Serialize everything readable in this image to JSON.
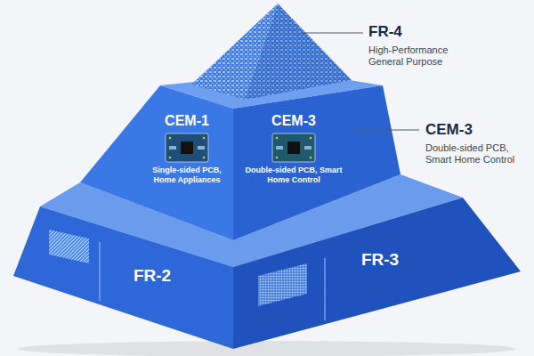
{
  "diagram": {
    "nodes": [
      {
        "text": [
          "CEM-1",
          "Single-sided PCB, Home Appliances"
        ]
      },
      {
        "text": [
          "CEM-3",
          "Double-sided PCB, Smart Home Control"
        ]
      },
      {
        "text": [
          "FR-2"
        ]
      },
      {
        "text": [
          "FR-3"
        ]
      }
    ],
    "labels": [
      "FR-4",
      "High-Performance General Purpose",
      "CEM-3",
      "Double-sided PCB, Smart Home Control"
    ]
  }
}
